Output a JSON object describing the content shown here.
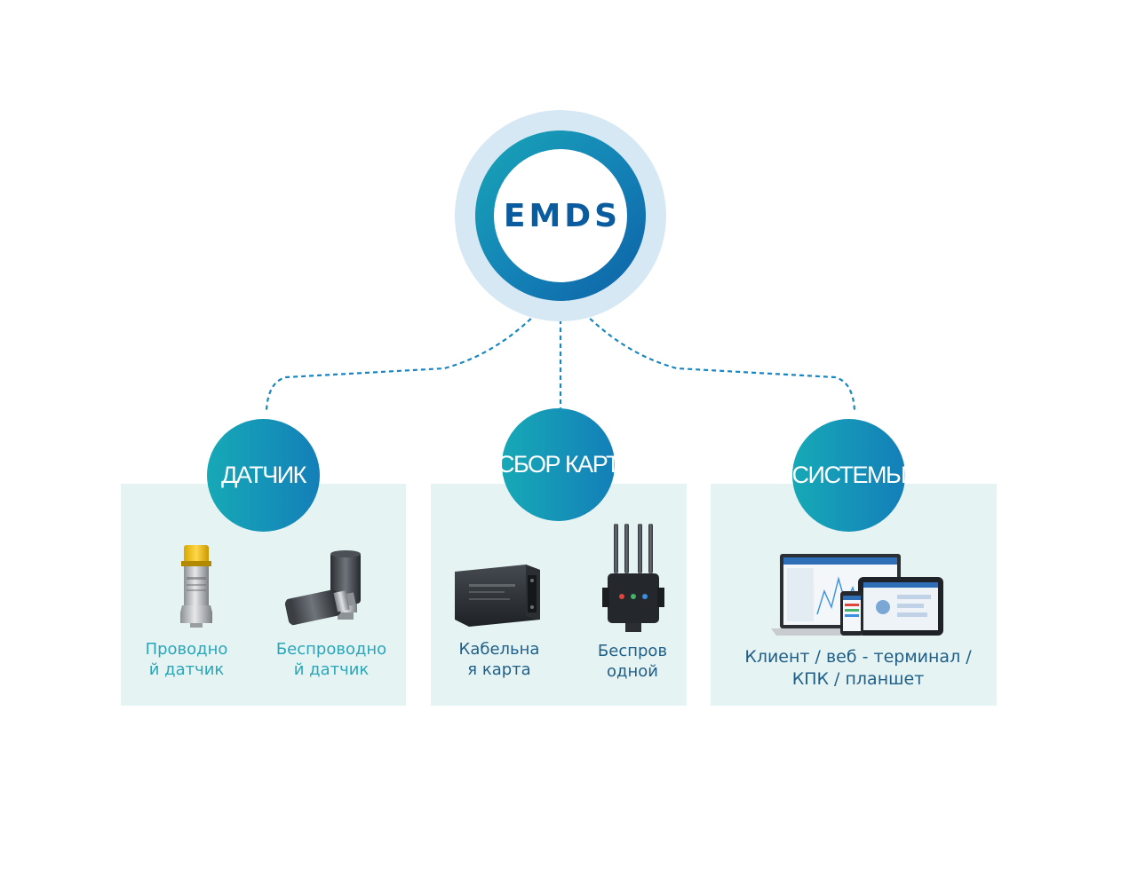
{
  "hub": {
    "title": "EMDS"
  },
  "colors": {
    "hub_halo": "#d6e8f3",
    "gradient_start": "#19a6b6",
    "gradient_end": "#0e61a6",
    "panel_bg": "#e6f3f3",
    "connector": "#1a86c1",
    "label_teal": "#2aa6b9",
    "label_dark": "#1f5f87"
  },
  "categories": [
    {
      "label": "ДАТЧИК",
      "items": [
        {
          "label": "Проводно\nй датчик",
          "icon": "wired-sensor-icon"
        },
        {
          "label": "Беспроводно\nй датчик",
          "icon": "wireless-sensor-icon"
        }
      ]
    },
    {
      "label": "СБОР КАРТ",
      "items": [
        {
          "label": "Кабельна\nя карта",
          "icon": "cable-card-icon"
        },
        {
          "label": "Беспров\nодной",
          "icon": "wireless-collector-icon"
        }
      ]
    },
    {
      "label": "СИСТЕМЫ",
      "items": [
        {
          "label": "Клиент / веб - терминал /\nКПК / планшет",
          "icon": "devices-icon"
        }
      ]
    }
  ]
}
